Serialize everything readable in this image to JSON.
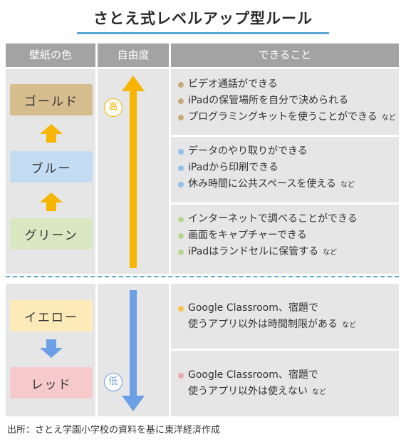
{
  "title": "さとえ式レベルアップ型ルール",
  "headers": {
    "level": "壁紙の色",
    "freedom": "自由度",
    "abilities": "できること"
  },
  "freedom_badges": {
    "high": "高",
    "low": "低"
  },
  "levels": [
    {
      "name": "ゴールド",
      "color": "#d5bd8e",
      "dot_color": "#c8a97a",
      "items": [
        "ビデオ通話ができる",
        "iPadの保管場所を自分で決められる",
        "プログラミングキットを使うことができる"
      ],
      "suffix": "など"
    },
    {
      "name": "ブルー",
      "color": "#c4dcf2",
      "dot_color": "#8fc2ea",
      "items": [
        "データのやり取りができる",
        "iPadから印刷できる",
        "休み時間に公共スペースを使える"
      ],
      "suffix": "など"
    },
    {
      "name": "グリーン",
      "color": "#d9e8c3",
      "dot_color": "#b5d68f",
      "items": [
        "インターネットで調べることができる",
        "画面をキャプチャーできる",
        "iPadはランドセルに保管する"
      ],
      "suffix": "など"
    },
    {
      "name": "イエロー",
      "color": "#fcebb8",
      "dot_color": "#f6c445",
      "text_lines": [
        "Google Classroom、宿題で",
        "使うアプリ以外は時間制限がある"
      ],
      "suffix": "など"
    },
    {
      "name": "レッド",
      "color": "#f6c9cb",
      "dot_color": "#f0a7ab",
      "text_lines": [
        "Google Classroom、宿題で",
        "使うアプリ以外は使えない"
      ],
      "suffix": "など"
    }
  ],
  "colors": {
    "up_arrow": "#f7b500",
    "down_arrow": "#6b9fe6",
    "divider": "#5aa6d6",
    "header_bg": "#a3a3a3"
  },
  "source": "出所：さとえ学園小学校の資料を基に東洋経済作成"
}
